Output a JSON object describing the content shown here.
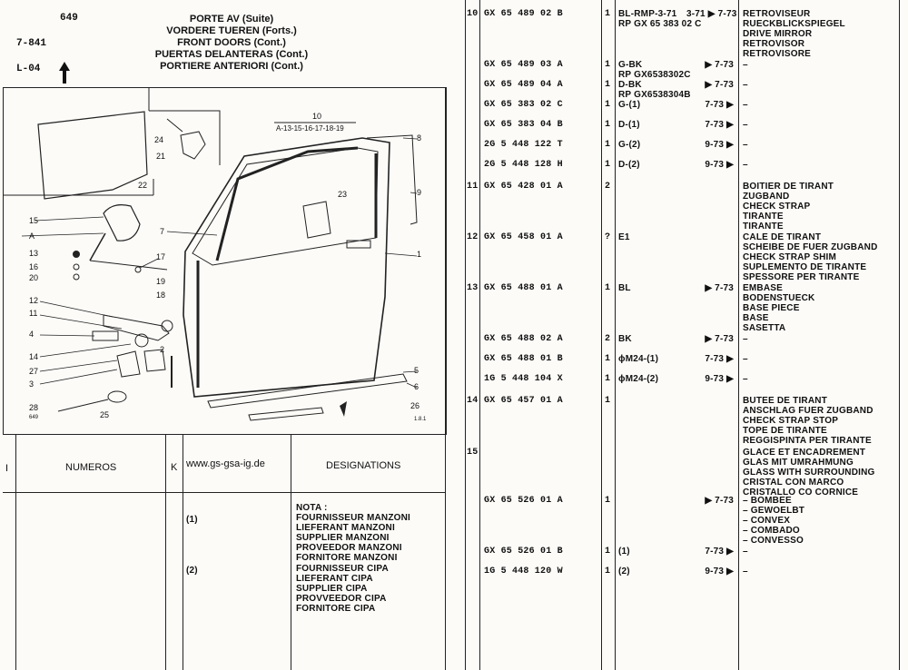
{
  "header": {
    "page_number": "649",
    "code1": "7-841",
    "code2": "L-04",
    "titles": [
      "PORTE AV (Suite)",
      "VORDERE TUEREN (Forts.)",
      "FRONT DOORS (Cont.)",
      "PUERTAS DELANTERAS (Cont.)",
      "PORTIERE ANTERIORI (Cont.)"
    ]
  },
  "diagram": {
    "callouts": [
      "22",
      "10",
      "A-13-15-16-17-18-19",
      "24",
      "21",
      "8",
      "9",
      "23",
      "15",
      "7",
      "A",
      "13",
      "16",
      "20",
      "17",
      "19",
      "1",
      "18",
      "12",
      "11",
      "4",
      "14",
      "27",
      "3",
      "2",
      "5",
      "6",
      "28",
      "25",
      "26"
    ],
    "stamp_left": "649",
    "stamp_right": "1.8.1"
  },
  "table_header": {
    "col_i": "I",
    "col_numeros": "NUMEROS",
    "col_k": "K",
    "website": "www.gs-gsa-ig.de",
    "col_designations": "DESIGNATIONS"
  },
  "notes": {
    "title": "NOTA :",
    "groups": [
      {
        "key": "(1)",
        "lines": [
          "FOURNISSEUR MANZONI",
          "LIEFERANT MANZONI",
          "SUPPLIER MANZONI",
          "PROVEEDOR MANZONI",
          "FORNITORE MANZONI"
        ]
      },
      {
        "key": "(2)",
        "lines": [
          "FOURNISSEUR CIPA",
          "LIEFERANT CIPA",
          "SUPPLIER CIPA",
          "PROVVEEDOR CIPA",
          "FORNITORE CIPA"
        ]
      }
    ]
  },
  "parts": [
    {
      "item": "10",
      "number": "GX 65 489  02 B",
      "qty": "1",
      "code": "BL-RMP-3-71",
      "code2": "RP GX 65 383  02 C",
      "date": "3-71  ▶ 7-73",
      "desc": [
        "RETROVISEUR",
        "RUECKBLICKSPIEGEL",
        "DRIVE MIRROR",
        "RETROVISOR",
        "RETROVISORE"
      ]
    },
    {
      "item": "",
      "number": "GX 65 489  03 A",
      "qty": "1",
      "code": "G-BK",
      "code2": "RP  GX6538302C",
      "date": "▶ 7-73",
      "desc": [
        "–"
      ]
    },
    {
      "item": "",
      "number": "GX 65 489  04 A",
      "qty": "1",
      "code": "D-BK",
      "code2": "RP  GX6538304B",
      "date": "▶ 7-73",
      "desc": [
        "–"
      ]
    },
    {
      "item": "",
      "number": "GX 65 383  02 C",
      "qty": "1",
      "code": "G-(1)",
      "code2": "",
      "date": "7-73 ▶",
      "desc": [
        "–"
      ]
    },
    {
      "item": "",
      "number": "GX 65 383  04 B",
      "qty": "1",
      "code": "D-(1)",
      "code2": "",
      "date": "7-73 ▶",
      "desc": [
        "–"
      ]
    },
    {
      "item": "",
      "number": "2G  5 448 122 T",
      "qty": "1",
      "code": "G-(2)",
      "code2": "",
      "date": "9-73 ▶",
      "desc": [
        "–"
      ]
    },
    {
      "item": "",
      "number": "2G  5 448 128 H",
      "qty": "1",
      "code": "D-(2)",
      "code2": "",
      "date": "9-73 ▶",
      "desc": [
        "–"
      ]
    },
    {
      "item": "11",
      "number": "GX 65 428  01 A",
      "qty": "2",
      "code": "",
      "code2": "",
      "date": "",
      "desc": [
        "BOITIER DE TIRANT",
        "ZUGBAND",
        "CHECK STRAP",
        "TIRANTE",
        "TIRANTE"
      ]
    },
    {
      "item": "12",
      "number": "GX 65 458  01 A",
      "qty": "?",
      "code": "E1",
      "code2": "",
      "date": "",
      "desc": [
        "CALE DE TIRANT",
        "SCHEIBE DE FUER ZUGBAND",
        "CHECK STRAP SHIM",
        "SUPLEMENTO DE TIRANTE",
        "SPESSORE PER TIRANTE"
      ]
    },
    {
      "item": "13",
      "number": "GX 65 488 01 A",
      "qty": "1",
      "code": "BL",
      "code2": "",
      "date": "▶ 7-73",
      "desc": [
        "EMBASE",
        "BODENSTUECK",
        "BASE PIECE",
        "BASE",
        "SASETTA"
      ]
    },
    {
      "item": "",
      "number": "GX 65 488  02 A",
      "qty": "2",
      "code": "BK",
      "code2": "",
      "date": "▶ 7-73",
      "desc": [
        "–"
      ]
    },
    {
      "item": "",
      "number": "GX 65 488  01 B",
      "qty": "1",
      "code": "ϕM24-(1)",
      "code2": "",
      "date": "7-73 ▶",
      "desc": [
        "–"
      ]
    },
    {
      "item": "",
      "number": "1G  5 448 104 X",
      "qty": "1",
      "code": "ϕM24-(2)",
      "code2": "",
      "date": "9-73 ▶",
      "desc": [
        "–"
      ]
    },
    {
      "item": "14",
      "number": "GX 65 457  01 A",
      "qty": "1",
      "code": "",
      "code2": "",
      "date": "",
      "desc": [
        "BUTEE DE TIRANT",
        "ANSCHLAG FUER ZUGBAND",
        "CHECK STRAP STOP",
        "TOPE DE TIRANTE",
        "REGGISPINTA PER TIRANTE"
      ]
    },
    {
      "item": "15",
      "number": "",
      "qty": "",
      "code": "",
      "code2": "",
      "date": "",
      "desc": [
        "GLACE ET ENCADREMENT",
        "GLAS MIT UMRAHMUNG",
        "GLASS WITH SURROUNDING",
        "CRISTAL CON MARCO",
        "CRISTALLO CO CORNICE"
      ]
    },
    {
      "item": "",
      "number": "GX 65 526  01 A",
      "qty": "1",
      "code": "",
      "code2": "",
      "date": "▶ 7-73",
      "desc": [
        "– BOMBEE",
        "– GEWOELBT",
        "– CONVEX",
        "– COMBADO",
        "– CONVESSO"
      ]
    },
    {
      "item": "",
      "number": "GX 65 526  01 B",
      "qty": "1",
      "code": "(1)",
      "code2": "",
      "date": "7-73 ▶",
      "desc": [
        "–"
      ]
    },
    {
      "item": "",
      "number": "1G  5 448 120 W",
      "qty": "1",
      "code": "(2)",
      "code2": "",
      "date": "9-73 ▶",
      "desc": [
        "–"
      ]
    }
  ]
}
